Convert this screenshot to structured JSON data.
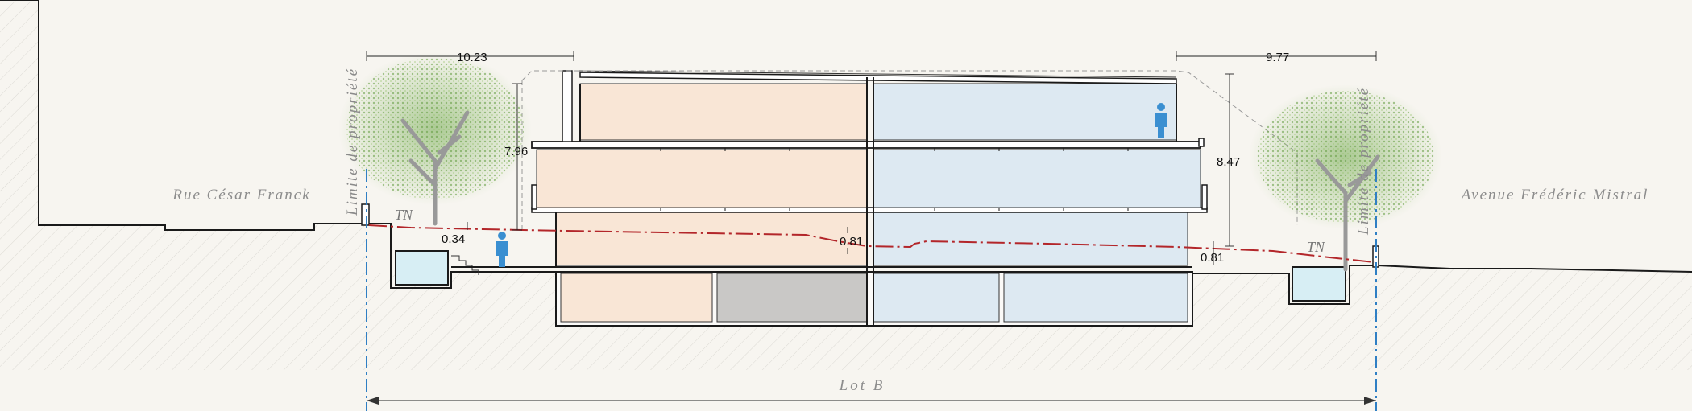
{
  "labels": {
    "street_left": "Rue César Franck",
    "street_right": "Avenue Frédéric Mistral",
    "limite_left": "Limite de propriété",
    "limite_right": "Limite de propriété",
    "tn_left": "TN",
    "tn_right": "TN",
    "lot": "Lot B"
  },
  "dimensions": {
    "left_setback": "10.23",
    "right_setback": "9.77",
    "left_height": "7.96",
    "right_height": "8.47",
    "left_ground_offset": "0.34",
    "mid_ground_offset": "0.81",
    "right_ground_offset": "0.81"
  },
  "colors": {
    "left_volume": "#f9e6d6",
    "right_volume": "#dde9f2",
    "parking_core": "#c9c8c6",
    "water": "#d7eef4",
    "tree_foliage": "#6fa84a",
    "tree_trunk": "#999999",
    "figure": "#3a8fd1",
    "ground_line": "#b3262a",
    "property_line": "#2f7fc4"
  }
}
